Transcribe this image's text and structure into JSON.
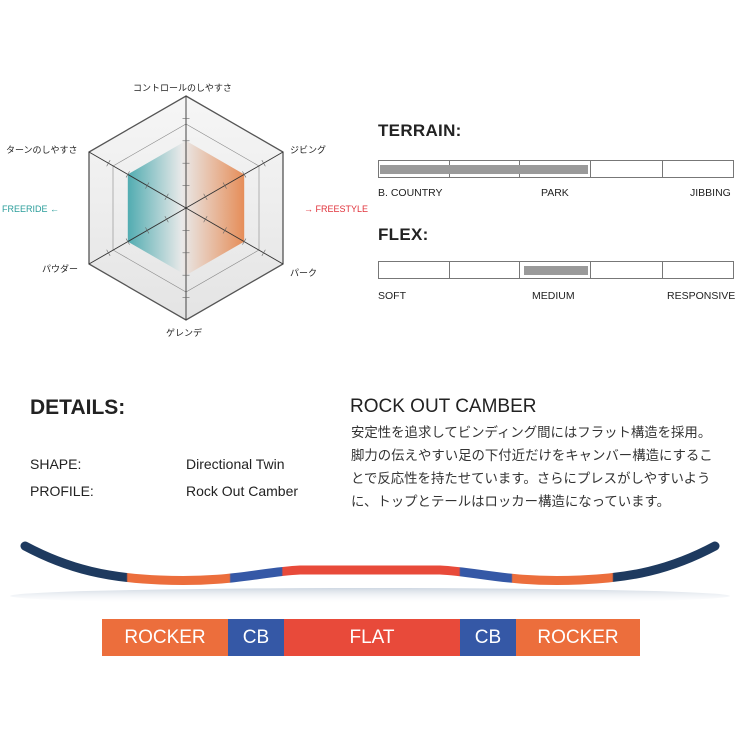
{
  "radar": {
    "axes": [
      {
        "label": "コントロールのしやすさ",
        "value": 0.6
      },
      {
        "label": "ジビング",
        "value": 0.6
      },
      {
        "label": "パーク",
        "value": 0.6
      },
      {
        "label": "ゲレンデ",
        "value": 0.6
      },
      {
        "label": "パウダー",
        "value": 0.6
      },
      {
        "label": "ターンのしやすさ",
        "value": 0.6
      }
    ],
    "left_marker": {
      "label": "FREERIDE",
      "arrow": "←",
      "color": "#2a9d9a"
    },
    "right_marker": {
      "label": "FREESTYLE",
      "arrow": "→",
      "color": "#e0323b"
    },
    "fill_colors": {
      "left": "#2f9ea4",
      "center": "#e9e9e9",
      "right": "#e5874f"
    }
  },
  "terrain": {
    "title": "TERRAIN:",
    "labels": [
      "B. COUNTRY",
      "PARK",
      "JIBBING"
    ],
    "range": [
      0.0,
      0.594
    ]
  },
  "flex": {
    "title": "FLEX:",
    "labels": [
      "SOFT",
      "MEDIUM",
      "RESPONSIVE"
    ],
    "range": [
      0.406,
      0.594
    ]
  },
  "details": {
    "title": "DETAILS:",
    "specs": [
      {
        "key": "SHAPE:",
        "value": "Directional Twin"
      },
      {
        "key": "PROFILE:",
        "value": "Rock Out Camber"
      }
    ]
  },
  "profile": {
    "title": "ROCK OUT CAMBER",
    "description": "安定性を追求してビンディング間にはフラット構造を採用。脚力の伝えやすい足の下付近だけをキャンバー構造にすることで反応性を持たせています。さらにプレスがしやすいように、トップとテールはロッカー構造になっています。"
  },
  "segments": [
    {
      "label": "ROCKER",
      "color": "#ec6e3c"
    },
    {
      "label": "CB",
      "color": "#3558a6"
    },
    {
      "label": "FLAT",
      "color": "#e84a3a"
    },
    {
      "label": "CB",
      "color": "#3558a6"
    },
    {
      "label": "ROCKER",
      "color": "#ec6e3c"
    }
  ],
  "board_colors": {
    "tip": "#1e3a5f",
    "rocker": "#ec6e3c",
    "camber": "#3558a6",
    "flat": "#e84a3a"
  }
}
